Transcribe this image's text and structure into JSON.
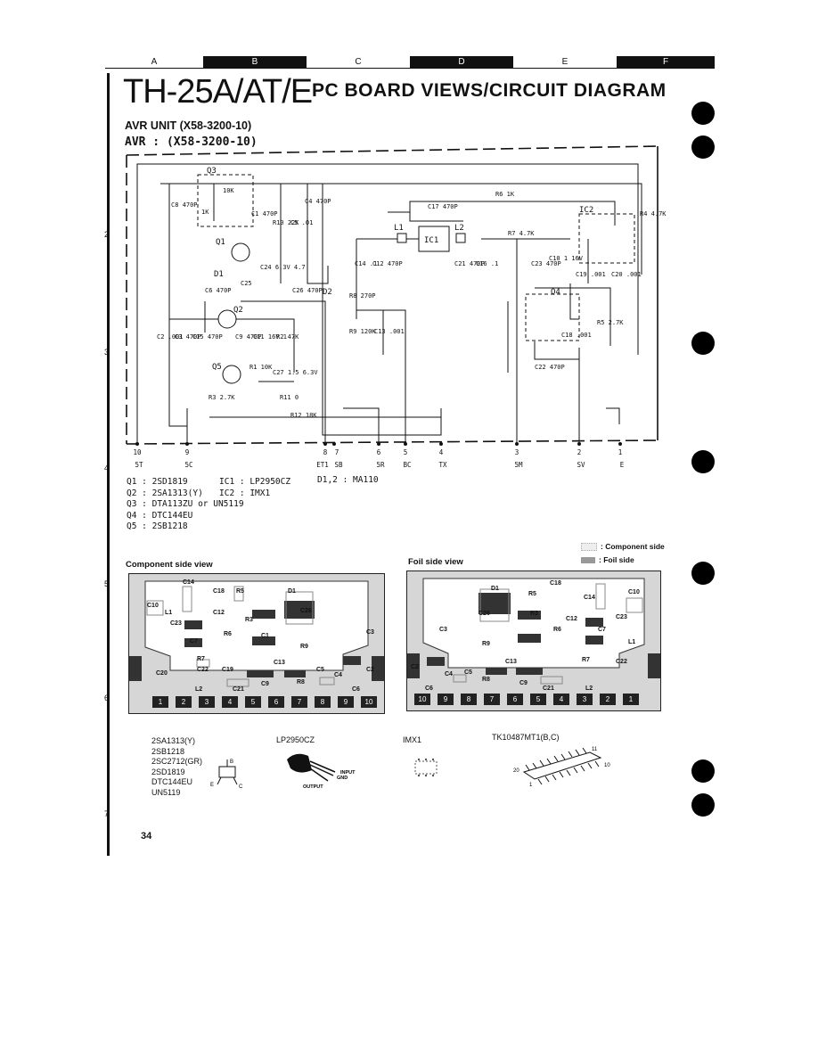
{
  "column_headers": [
    "A",
    "B",
    "C",
    "D",
    "E",
    "F"
  ],
  "row_markers": [
    "2",
    "3",
    "4",
    "5",
    "6",
    "7"
  ],
  "title": {
    "model": "TH-25A/AT/E",
    "main": "PC BOARD VIEWS/CIRCUIT DIAGRAM"
  },
  "unit_name": "AVR UNIT (X58-3200-10)",
  "schematic_label": "AVR : (X58-3200-10)",
  "schematic": {
    "components": [
      "Q3",
      "Q1",
      "Q2",
      "Q4",
      "Q5",
      "D1",
      "D2",
      "IC1",
      "IC2",
      "L1",
      "L2"
    ],
    "values": [
      "C8 470P",
      "1K",
      "10K",
      "C1 470P",
      "R10 22K",
      "C5 .01",
      "C4 470P",
      "C17 470P",
      "R6 1K",
      "R4 4.7K",
      "R7 4.7K",
      "C6 470P",
      "C25",
      "C24 6.3V 4.7",
      "C26 470P",
      "C14 .1",
      "C12 470P",
      "C21 470P",
      "C16 .1",
      "C23 470P",
      "C10 1 16V",
      "C19 .001",
      "C20 .001",
      "R8 270P",
      "R9 120K",
      "C13 .001",
      "C18 .001",
      "R5 2.7K",
      "C2 .001",
      "C3 470P",
      "C15 470P",
      "C9 470P",
      "C11 16V 1",
      "R2 47K",
      "R1 10K",
      "C27 1.5 6.3V",
      "R3 2.7K",
      "R11 0",
      "R12 18K",
      "C22 470P"
    ],
    "terminals": [
      {
        "num": "10",
        "name": "5T"
      },
      {
        "num": "9",
        "name": "5C"
      },
      {
        "num": "8",
        "name": "ET1"
      },
      {
        "num": "7",
        "name": "SB"
      },
      {
        "num": "6",
        "name": "5R"
      },
      {
        "num": "5",
        "name": "BC"
      },
      {
        "num": "4",
        "name": "TX"
      },
      {
        "num": "3",
        "name": "5M"
      },
      {
        "num": "2",
        "name": "SV"
      },
      {
        "num": "1",
        "name": "E"
      }
    ]
  },
  "parts_list": {
    "left": [
      "Q1 : 2SD1819",
      "Q2 : 2SA1313(Y)",
      "Q3 : DTA113ZU or UN5119",
      "Q4 : DTC144EU",
      "Q5 : 2SB1218"
    ],
    "middle": [
      "IC1 : LP2950CZ",
      "IC2 : IMX1"
    ],
    "right": [
      "D1,2 : MA110"
    ]
  },
  "legend": {
    "component_side": ": Component side",
    "foil_side": ": Foil side"
  },
  "views": {
    "component": {
      "label": "Component side view",
      "pads": [
        "1",
        "2",
        "3",
        "4",
        "5",
        "6",
        "7",
        "8",
        "9",
        "10"
      ],
      "refs": [
        "C10",
        "C14",
        "C18",
        "R5",
        "C12",
        "D1",
        "C23",
        "R3",
        "C26",
        "L1",
        "C7",
        "R7",
        "R6",
        "R9",
        "C3",
        "C13",
        "C1",
        "C20",
        "C22",
        "C19",
        "L2",
        "C21",
        "C9",
        "R8",
        "C5",
        "C4",
        "C2",
        "C6"
      ]
    },
    "foil": {
      "label": "Foil side view",
      "pads": [
        "10",
        "9",
        "8",
        "7",
        "6",
        "5",
        "4",
        "3",
        "2",
        "1"
      ],
      "refs": [
        "D1",
        "R5",
        "C18",
        "C14",
        "C10",
        "C26",
        "R3",
        "C12",
        "C23",
        "C3",
        "R9",
        "C13",
        "R6",
        "C7",
        "C2",
        "C4",
        "C5",
        "R8",
        "C9",
        "C21",
        "R7",
        "C22",
        "C6",
        "L2",
        "L1"
      ]
    }
  },
  "packages": {
    "transistor_list": [
      "2SA1313(Y)",
      "2SB1218",
      "2SC2712(GR)",
      "2SD1819",
      "DTC144EU",
      "UN5119"
    ],
    "transistor_pins": [
      "B",
      "E",
      "C"
    ],
    "lp2950_name": "LP2950CZ",
    "lp2950_pins": [
      "INPUT",
      "GND",
      "OUTPUT"
    ],
    "imx1_name": "IMX1",
    "tk_name": "TK10487MT1(B,C)",
    "tk_pins": [
      "20",
      "11",
      "10",
      "1"
    ]
  },
  "page_number": "34",
  "colors": {
    "ink": "#111111",
    "board_bg": "#d6d6d6",
    "copper": "#222222"
  }
}
